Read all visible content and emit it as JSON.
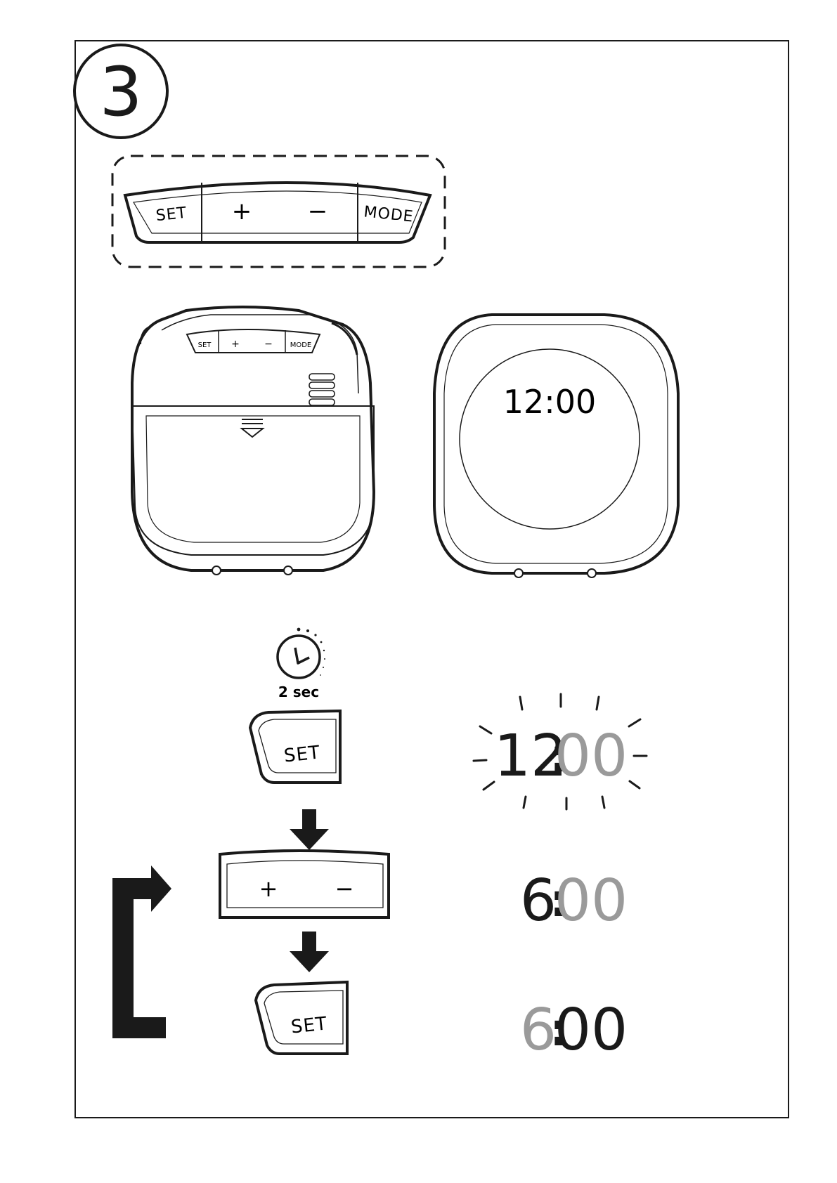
{
  "step": {
    "number": "3"
  },
  "panel": {
    "buttons": [
      {
        "id": "set",
        "label": "SET"
      },
      {
        "id": "plus",
        "label": "+"
      },
      {
        "id": "minus",
        "label": "−"
      },
      {
        "id": "mode",
        "label": "MODE"
      }
    ]
  },
  "device_top": {
    "buttons": {
      "set": "SET",
      "plus": "+",
      "minus": "−",
      "mode": "MODE"
    }
  },
  "device_front": {
    "display": "12:00"
  },
  "instructions": {
    "hold_time": "2 sec",
    "set_label": "SET",
    "plus_label": "+",
    "minus_label": "−",
    "set_label_2": "SET"
  },
  "displays": [
    {
      "hours": "12",
      "colon": ":",
      "minutes": "00",
      "state": "minutes-blinking"
    },
    {
      "hours": "6",
      "colon": ":",
      "minutes": "00",
      "state": "minutes-inactive"
    },
    {
      "hours": "6",
      "colon": ":",
      "minutes": "00",
      "state": "hours-inactive"
    }
  ],
  "colors": {
    "ink": "#1a1a1a",
    "inactive_digit": "#9a9a9a",
    "background": "#ffffff"
  }
}
